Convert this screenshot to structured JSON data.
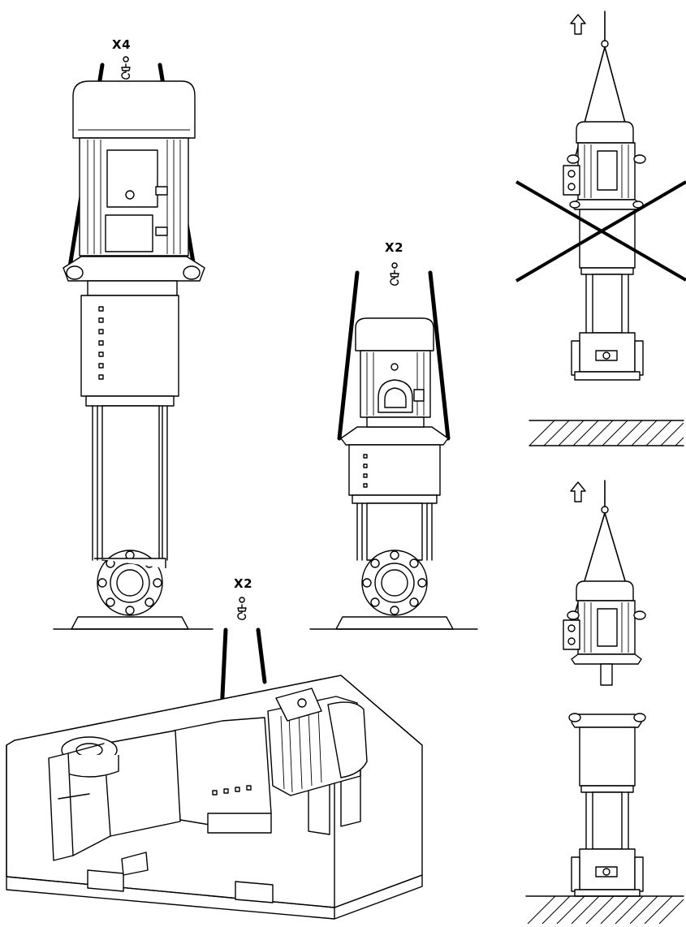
{
  "labels": {
    "lift_points_vertical_full": "X4",
    "lift_points_vertical_short": "X2",
    "lift_points_crate": "X2"
  },
  "icons": [
    "crane-hook-icon",
    "lift-up-arrow-icon",
    "prohibited-cross-icon"
  ],
  "colors": {
    "line": "#000000",
    "background": "#ffffff"
  }
}
